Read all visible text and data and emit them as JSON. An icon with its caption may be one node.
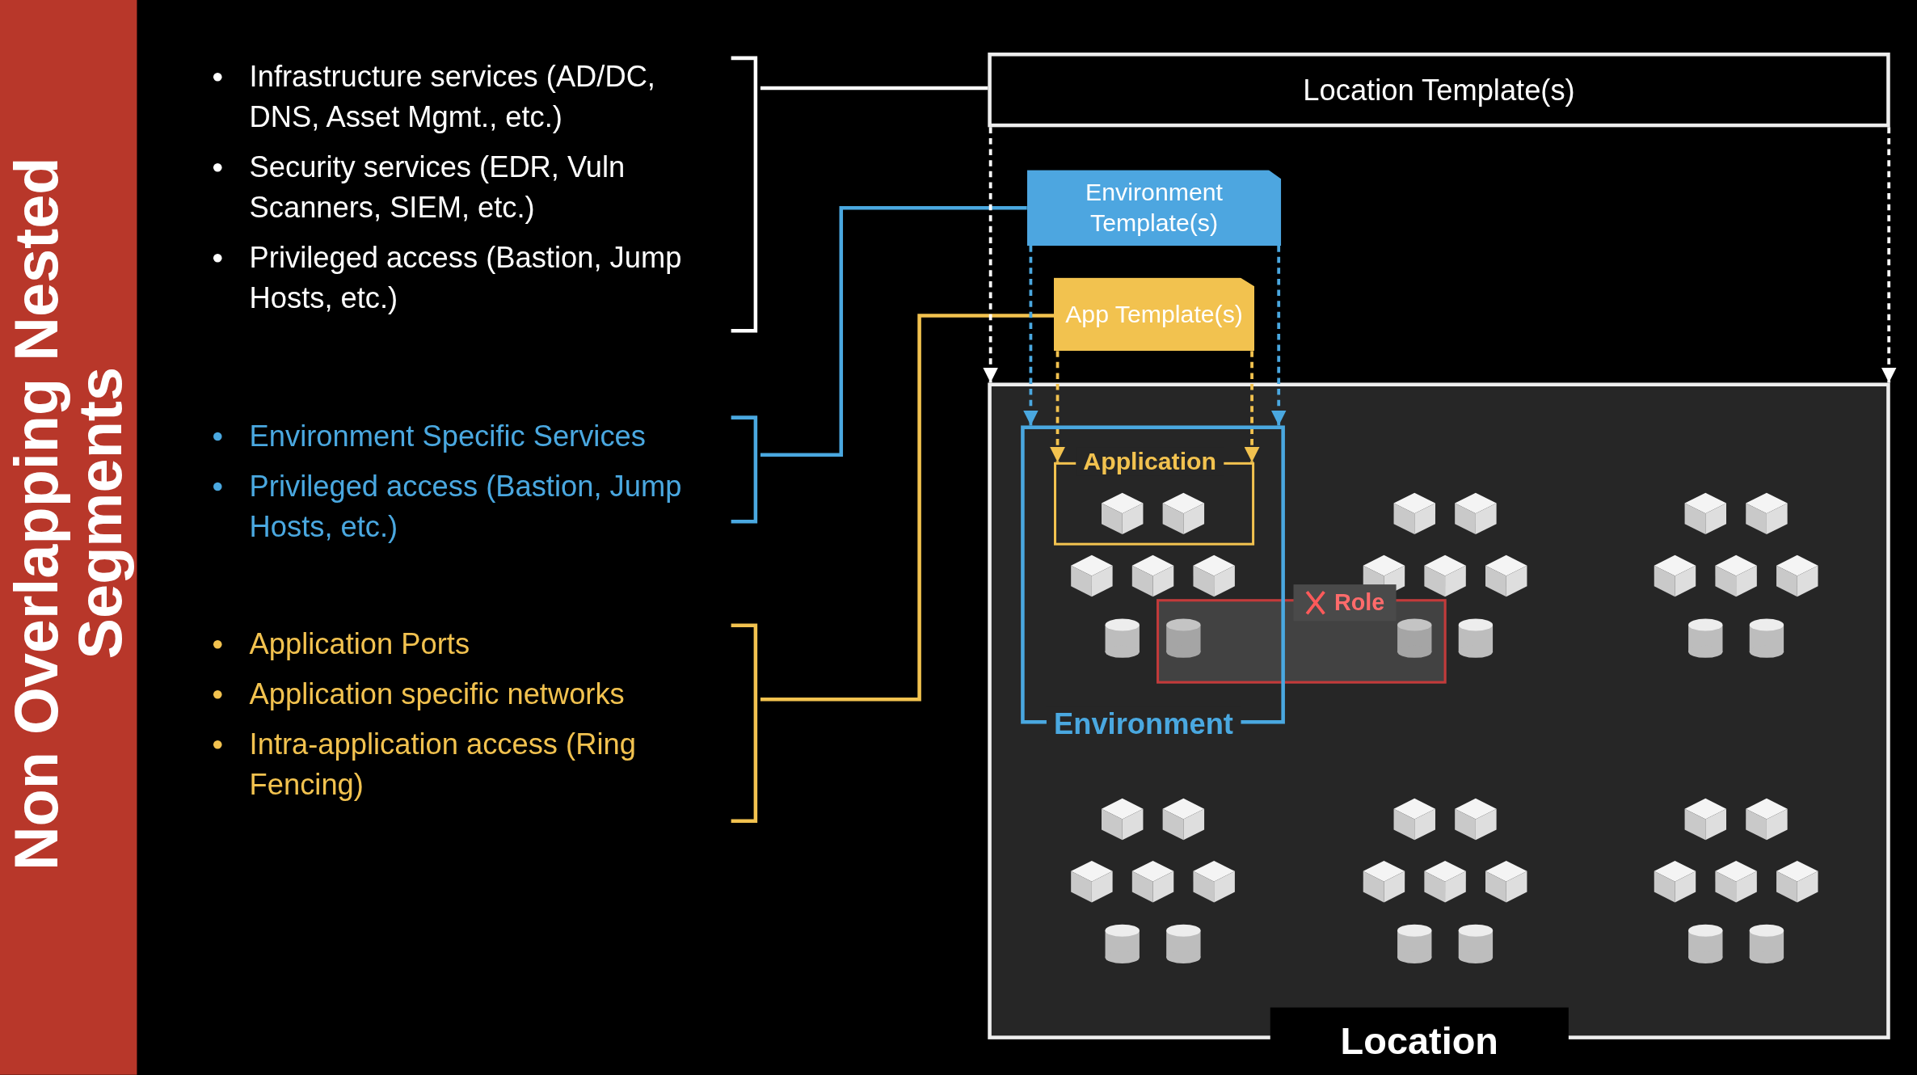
{
  "diagram": {
    "title": "Non Overlapping Nested Segments",
    "nodes": [
      {
        "text": [
          "Infrastructure services (AD/DC, DNS, Asset Mgmt., etc.)",
          "Security services (EDR, Vuln Scanners, SIEM, etc.)",
          "Privileged access (Bastion, Jump Hosts, etc.)"
        ]
      },
      {
        "text": [
          "Environment Specific Services",
          "Privileged access (Bastion, Jump Hosts, etc.)"
        ]
      },
      {
        "text": [
          "Application Ports",
          "Application specific networks",
          "Intra-application access (Ring Fencing)"
        ]
      },
      {
        "text": [
          "Location Template(s)"
        ]
      },
      {
        "text": [
          "Environment Template(s)"
        ]
      },
      {
        "text": [
          "App Template(s)"
        ]
      },
      {
        "text": [
          "Location"
        ]
      },
      {
        "text": [
          "Environment"
        ],
        "in": 6
      },
      {
        "text": [
          "Application"
        ],
        "in": 7
      },
      {
        "text": [
          "Role"
        ],
        "in": 6
      }
    ],
    "edges": [
      {
        "from": 0,
        "to": 3,
        "arrow": "none",
        "color": "#ffffff"
      },
      {
        "from": 1,
        "to": 4,
        "arrow": "none",
        "color": "#4aa8e0"
      },
      {
        "from": 2,
        "to": 5,
        "arrow": "none",
        "color": "#f2c24f"
      },
      {
        "from": 3,
        "to": 6,
        "arrow": "to",
        "style": "dashed",
        "color": "#ffffff"
      },
      {
        "from": 3,
        "to": 6,
        "arrow": "to",
        "style": "dashed",
        "color": "#ffffff"
      },
      {
        "from": 4,
        "to": 7,
        "arrow": "to",
        "style": "dashed",
        "color": "#4aa8e0"
      },
      {
        "from": 4,
        "to": 7,
        "arrow": "to",
        "style": "dashed",
        "color": "#4aa8e0"
      },
      {
        "from": 5,
        "to": 8,
        "arrow": "to",
        "style": "dashed",
        "color": "#f2c24f"
      },
      {
        "from": 5,
        "to": 8,
        "arrow": "to",
        "style": "dashed",
        "color": "#f2c24f"
      }
    ]
  }
}
